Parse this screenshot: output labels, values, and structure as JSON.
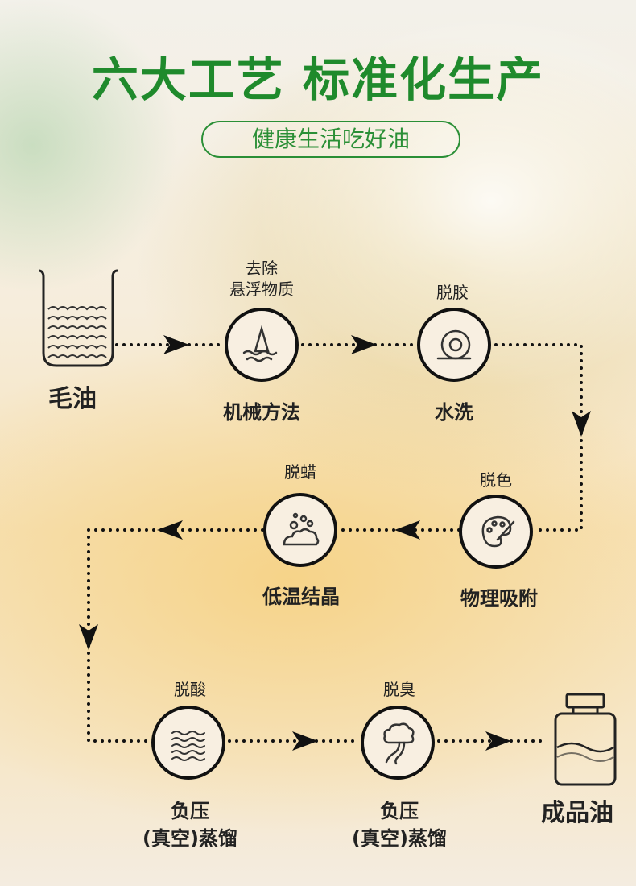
{
  "header": {
    "title": "六大工艺 标准化生产",
    "subtitle": "健康生活吃好油"
  },
  "start": {
    "label": "毛油"
  },
  "end": {
    "label": "成品油"
  },
  "steps": [
    {
      "top_label": "去除\n悬浮物质",
      "bottom_label": "机械方法",
      "icon": "filter-icon"
    },
    {
      "top_label": "脱胶",
      "bottom_label": "水洗",
      "icon": "spiral-icon"
    },
    {
      "top_label": "脱色",
      "bottom_label": "物理吸附",
      "icon": "palette-icon"
    },
    {
      "top_label": "脱蜡",
      "bottom_label": "低温结晶",
      "icon": "bubbles-icon"
    },
    {
      "top_label": "脱酸",
      "bottom_label": "负压",
      "bottom_note": "(真空)蒸馏",
      "icon": "waves-icon"
    },
    {
      "top_label": "脱臭",
      "bottom_label": "负压",
      "bottom_note": "(真空)蒸馏",
      "icon": "smoke-icon"
    }
  ],
  "colors": {
    "title": "#1f8a2c",
    "line": "#111111",
    "circle_fill": "#f8efe1"
  }
}
